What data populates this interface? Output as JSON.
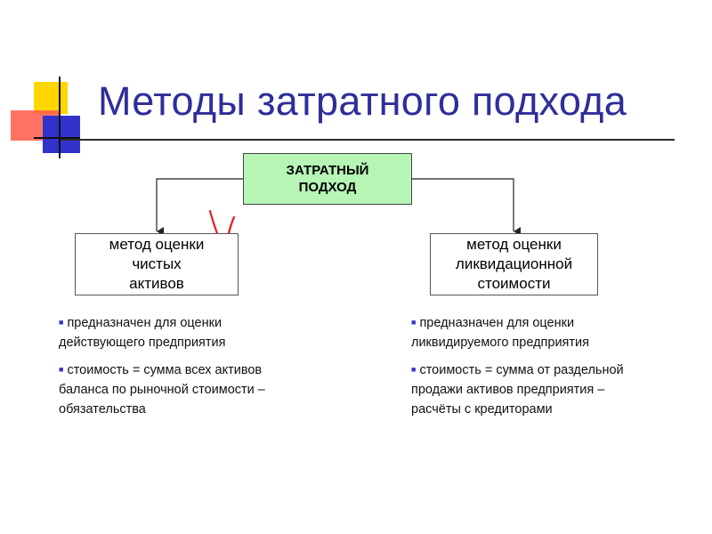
{
  "title": "Методы затратного подхода",
  "diagram": {
    "root": {
      "lines": [
        "ЗАТРАТНЫЙ",
        "ПОДХОД"
      ]
    },
    "left": {
      "lines": [
        "метод оценки",
        "чистых",
        "активов"
      ],
      "bullets": [
        [
          "предназначен для оценки",
          "действующего предприятия"
        ],
        [
          "стоимость = сумма всех активов",
          "баланса по рыночной стоимости –",
          "обязательства"
        ]
      ]
    },
    "right": {
      "lines": [
        "метод оценки",
        "ликвидационной",
        "стоимости"
      ],
      "bullets": [
        [
          "предназначен для оценки",
          "ликвидируемого предприятия"
        ],
        [
          "стоимость = сумма от раздельной",
          "продажи активов предприятия –",
          "расчёты с кредиторами"
        ]
      ]
    }
  },
  "colors": {
    "title": "#2e2e9a",
    "root_box": "#b6f5b6",
    "bullet": "#3333cc",
    "checkmark": "#e02020"
  },
  "icons": [
    "logo-squares-icon",
    "red-checkmark-icon",
    "square-bullet-icon"
  ]
}
